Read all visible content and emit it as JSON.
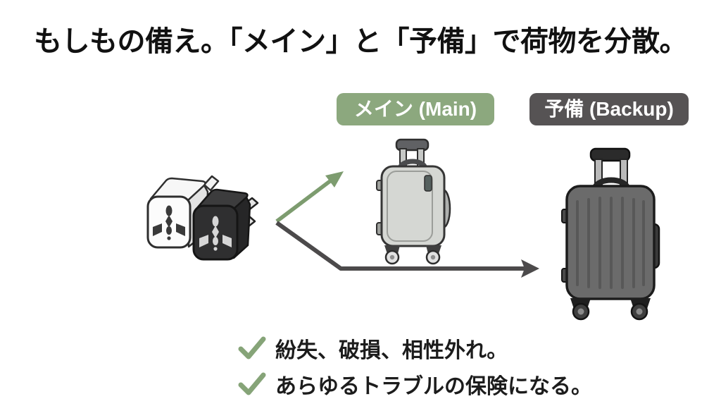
{
  "slide": {
    "title": "もしもの備え。「メイン」と「予備」で荷物を分散。",
    "labels": {
      "main": "メイン (Main)",
      "backup": "予備 (Backup)"
    },
    "checklist": [
      {
        "label": "紛失、破損、相性外れ。"
      },
      {
        "label": "あらゆるトラブルの保険になる。"
      }
    ],
    "icons": {
      "adapters": "travel-power-adapters-icon",
      "main_suitcase": "carry-on-suitcase-icon",
      "backup_suitcase": "large-suitcase-icon",
      "check": "check-icon"
    },
    "colors": {
      "main_accent": "#8CA87E",
      "backup_accent": "#565354",
      "arrow_green": "#7D9C6F",
      "arrow_gray": "#4C4A4B",
      "check_green": "#86A478",
      "text": "#111111"
    }
  }
}
